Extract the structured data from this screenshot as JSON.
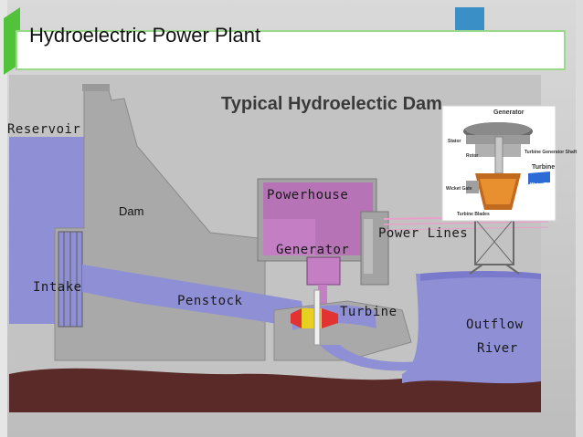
{
  "slide_title": "Hydroelectric Power Plant",
  "diagram": {
    "heading": "Typical Hydroelectic Dam",
    "labels": {
      "reservoir": "Reservoir",
      "dam": "Dam",
      "powerhouse": "Powerhouse",
      "generator": "Generator",
      "power_lines": "Power Lines",
      "intake": "Intake",
      "penstock": "Penstock",
      "turbine": "Turbine",
      "outflow": "Outflow",
      "river": "River"
    },
    "inset": {
      "generator": "Generator",
      "stator": "Stator",
      "rotor": "Rotor",
      "shaft": "Turbine Generator Shaft",
      "turbine": "Turbine",
      "wicket_gate": "Wicket Gate",
      "water_flow": "Water Flow",
      "turbine_blades": "Turbine Blades"
    }
  },
  "colors": {
    "background": "#c5c5c5",
    "water": "#9090d8",
    "concrete": "#a8a8a8",
    "powerhouse": "#c27ec2",
    "ground": "#5a2a28",
    "title_bar": "#ffffff",
    "accent_green": "#52c23a",
    "accent_blue": "#3a8fc7"
  }
}
